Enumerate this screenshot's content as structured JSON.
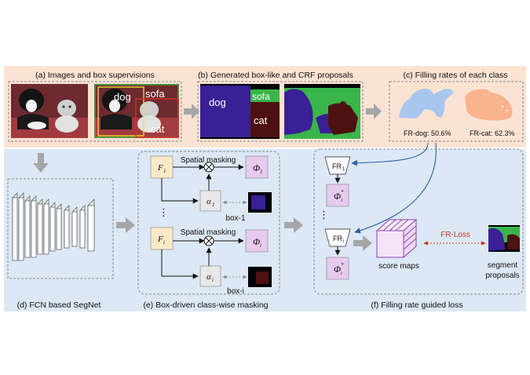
{
  "panels": {
    "a": {
      "caption": "(a) Images and box supervisions",
      "labels": {
        "dog": "dog",
        "sofa": "sofa",
        "cat": "cat"
      }
    },
    "b": {
      "caption": "(b) Generated box-like and CRF proposals",
      "labels": {
        "dog": "dog",
        "sofa": "sofa",
        "cat": "cat"
      }
    },
    "c": {
      "caption": "(c) Filling rates of each class",
      "fr_dog": "FR-dog: 50.6%",
      "fr_cat": "FR-cat: 62.3%"
    },
    "d": {
      "caption": "(d) FCN based SegNet"
    },
    "e": {
      "caption": "(e) Box-driven class-wise masking",
      "spatial_masking_top": "Spatial masking",
      "spatial_masking_bottom": "Spatial masking",
      "box_top": "box-1",
      "box_bottom": "box-i",
      "vdots": "⋮"
    },
    "f": {
      "caption": "(f) Filling rate guided loss",
      "fr_loss": "FR-Loss",
      "score_maps": "score maps",
      "segment_line1": "segment",
      "segment_line2": "proposals",
      "vdots": "⋮"
    }
  },
  "colors": {
    "top_band": "#fbe3d4",
    "bottom_band": "#dce8f5",
    "f_box": "#fde9c8",
    "phi_box": "#e6cbee",
    "alpha_box": "#e8e8e8",
    "dog_purple": "#3a1f96",
    "sofa_green": "#39b54a",
    "cat_maroon": "#4d1111",
    "dog_mask": "#a9c7ee",
    "cat_mask": "#f9b38d",
    "fr_loss_red": "#c0392b",
    "arrow_gray": "#a6a6a6",
    "arrow_blue": "#2e5ea8"
  }
}
